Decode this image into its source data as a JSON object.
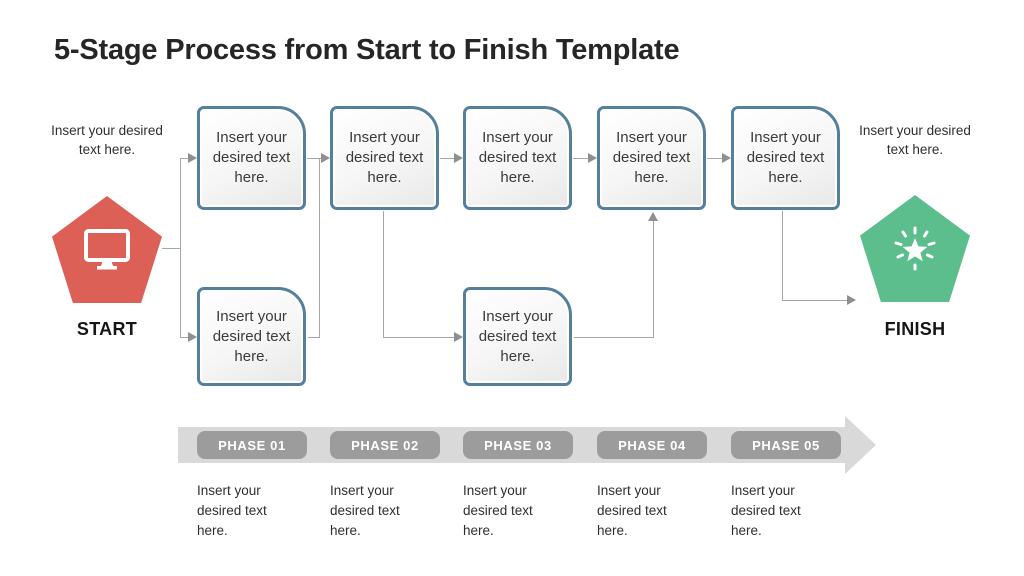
{
  "title": "5-Stage Process from Start to Finish Template",
  "start": {
    "note": "Insert your desired text here.",
    "label": "START"
  },
  "finish": {
    "note": "Insert your desired text here.",
    "label": "FINISH"
  },
  "boxes": [
    {
      "id": "top-1",
      "text": "Insert your desired text here."
    },
    {
      "id": "top-2",
      "text": "Insert your desired text here."
    },
    {
      "id": "top-3",
      "text": "Insert your desired text here."
    },
    {
      "id": "top-4",
      "text": "Insert your desired text here."
    },
    {
      "id": "top-5",
      "text": "Insert your desired text here."
    },
    {
      "id": "bottom-1",
      "text": "Insert your desired text here."
    },
    {
      "id": "bottom-2",
      "text": "Insert your desired text here."
    }
  ],
  "phases": [
    {
      "label": "PHASE 01",
      "description": "Insert your desired text here."
    },
    {
      "label": "PHASE 02",
      "description": "Insert your desired text here."
    },
    {
      "label": "PHASE 03",
      "description": "Insert your desired text here."
    },
    {
      "label": "PHASE 04",
      "description": "Insert your desired text here."
    },
    {
      "label": "PHASE 05",
      "description": "Insert your desired text here."
    }
  ],
  "colors": {
    "title_text": "#262626",
    "start_pentagon": "#dc6056",
    "finish_pentagon": "#5cbe8c",
    "box_border": "#54809b",
    "connector": "#a6a6a6",
    "phase_bar": "#d9d9d9",
    "phase_pill": "#9c9c9c"
  }
}
